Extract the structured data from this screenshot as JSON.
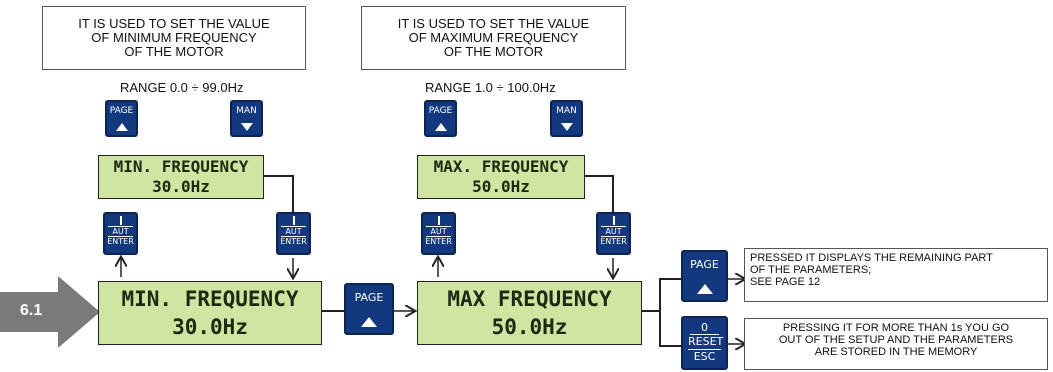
{
  "notes": {
    "min": "IT IS USED TO SET THE VALUE\nOF MINIMUM FREQUENCY\nOF THE MOTOR",
    "max": "IT IS USED TO SET THE VALUE\nOF MAXIMUM FREQUENCY\nOF THE MOTOR"
  },
  "ranges": {
    "min": "RANGE 0.0 ÷ 99.0Hz",
    "max": "RANGE 1.0 ÷ 100.0Hz"
  },
  "keys": {
    "page": "PAGE",
    "man": "MAN",
    "aut": "AUT",
    "enter": "ENTER",
    "zero": "0",
    "reset": "RESET",
    "esc": "ESC"
  },
  "min_edit": {
    "line1": "MIN. FREQUENCY",
    "line2": "30.0Hz"
  },
  "max_edit": {
    "line1": "MAX. FREQUENCY",
    "line2": "50.0Hz"
  },
  "min_display": {
    "line1": "MIN. FREQUENCY",
    "line2": "30.0Hz"
  },
  "max_display": {
    "line1": "MAX FREQUENCY",
    "line2": "50.0Hz"
  },
  "step": "6.1",
  "descriptions": {
    "page": "PRESSED IT DISPLAYS THE REMAINING PART\nOF THE PARAMETERS;\nSEE PAGE 12",
    "reset": "PRESSING IT FOR MORE THAN 1s YOU GO\nOUT OF THE SETUP AND THE PARAMETERS\nARE STORED IN THE MEMORY"
  },
  "colors": {
    "lcd": "#cfe6a2",
    "key": "#12397d",
    "step_arrow": "#7a7a7a"
  }
}
